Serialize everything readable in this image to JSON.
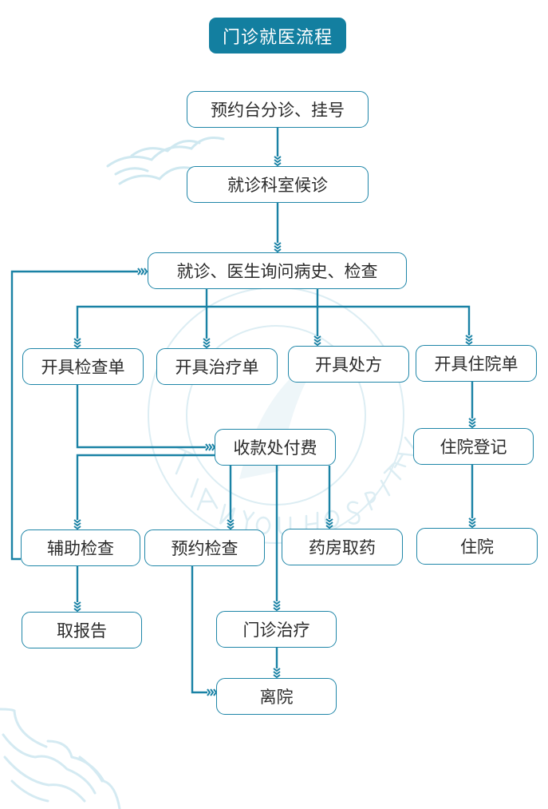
{
  "title": "门诊就医流程",
  "colors": {
    "accent": "#137fa0",
    "line": "#1a82a5",
    "border": "#1f86a8",
    "watermark": "#d7ecf3"
  },
  "watermark": {
    "logo_text": "TIANYOU HOSPITAL"
  },
  "nodes": {
    "registration": "预约台分诊、挂号",
    "waiting": "就诊科室候诊",
    "consultation": "就诊、医生询问病史、检查",
    "exam_order": "开具检查单",
    "treatment_order": "开具治疗单",
    "prescription": "开具处方",
    "admission_order": "开具住院单",
    "payment": "收款处付费",
    "admission_registration": "住院登记",
    "auxiliary_exam": "辅助检查",
    "exam_appointment": "预约检查",
    "pharmacy": "药房取药",
    "hospitalization": "住院",
    "get_report": "取报告",
    "outpatient_treatment": "门诊治疗",
    "discharge": "离院"
  }
}
